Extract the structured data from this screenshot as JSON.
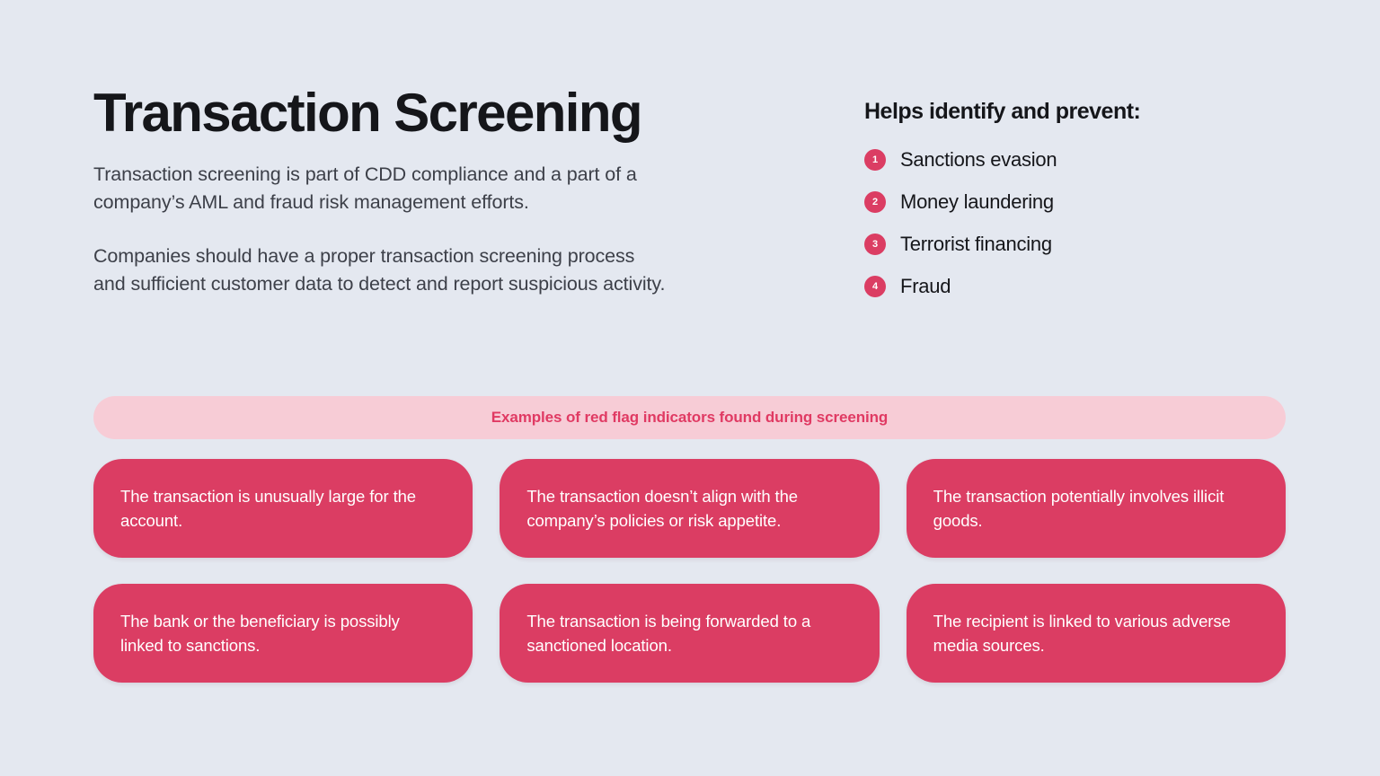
{
  "theme": {
    "background": "#e4e8f0",
    "accent": "#db3d63",
    "banner_background": "#f7ccd6",
    "banner_text_color": "#e03a63",
    "heading_color": "#15161a",
    "body_text_color": "#3d4049",
    "card_text_color": "#ffffff"
  },
  "intro": {
    "title": "Transaction Screening",
    "paragraphs": [
      "Transaction screening is part of CDD compliance and a part of a company’s AML and fraud risk management efforts.",
      "Companies should have a proper transaction screening process and sufficient customer data to detect and report suspicious activity."
    ]
  },
  "prevent": {
    "title": "Helps identify and prevent:",
    "items": [
      {
        "number": "1",
        "label": "Sanctions evasion"
      },
      {
        "number": "2",
        "label": "Money laundering"
      },
      {
        "number": "3",
        "label": "Terrorist financing"
      },
      {
        "number": "4",
        "label": "Fraud"
      }
    ]
  },
  "banner": {
    "text": "Examples of red flag indicators found during screening"
  },
  "red_flags": [
    {
      "text": "The transaction is unusually large for the account."
    },
    {
      "text": "The transaction doesn’t align with the company’s policies or risk appetite."
    },
    {
      "text": "The transaction potentially involves illicit goods."
    },
    {
      "text": "The bank or the beneficiary is possibly linked to sanctions."
    },
    {
      "text": "The transaction is being forwarded to a sanctioned location."
    },
    {
      "text": "The recipient is linked to various adverse media sources."
    }
  ]
}
